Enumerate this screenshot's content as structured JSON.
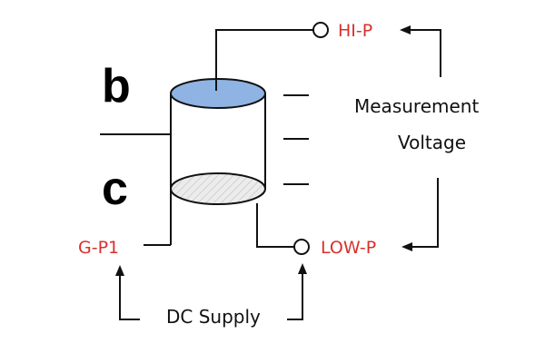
{
  "diagram": {
    "labels": {
      "upper_region": "b",
      "lower_region": "c",
      "hi_terminal": "HI-P",
      "low_terminal": "LOW-P",
      "guard_terminal": "G-P1",
      "measurement_line1": "Measurement",
      "measurement_line2": "Voltage",
      "supply": "DC Supply"
    },
    "colors": {
      "terminal_label": "#d9302c",
      "top_electrode_fill": "#8fb4e3",
      "bottom_electrode_fill": "#e8e8e8",
      "line": "#111111"
    }
  }
}
